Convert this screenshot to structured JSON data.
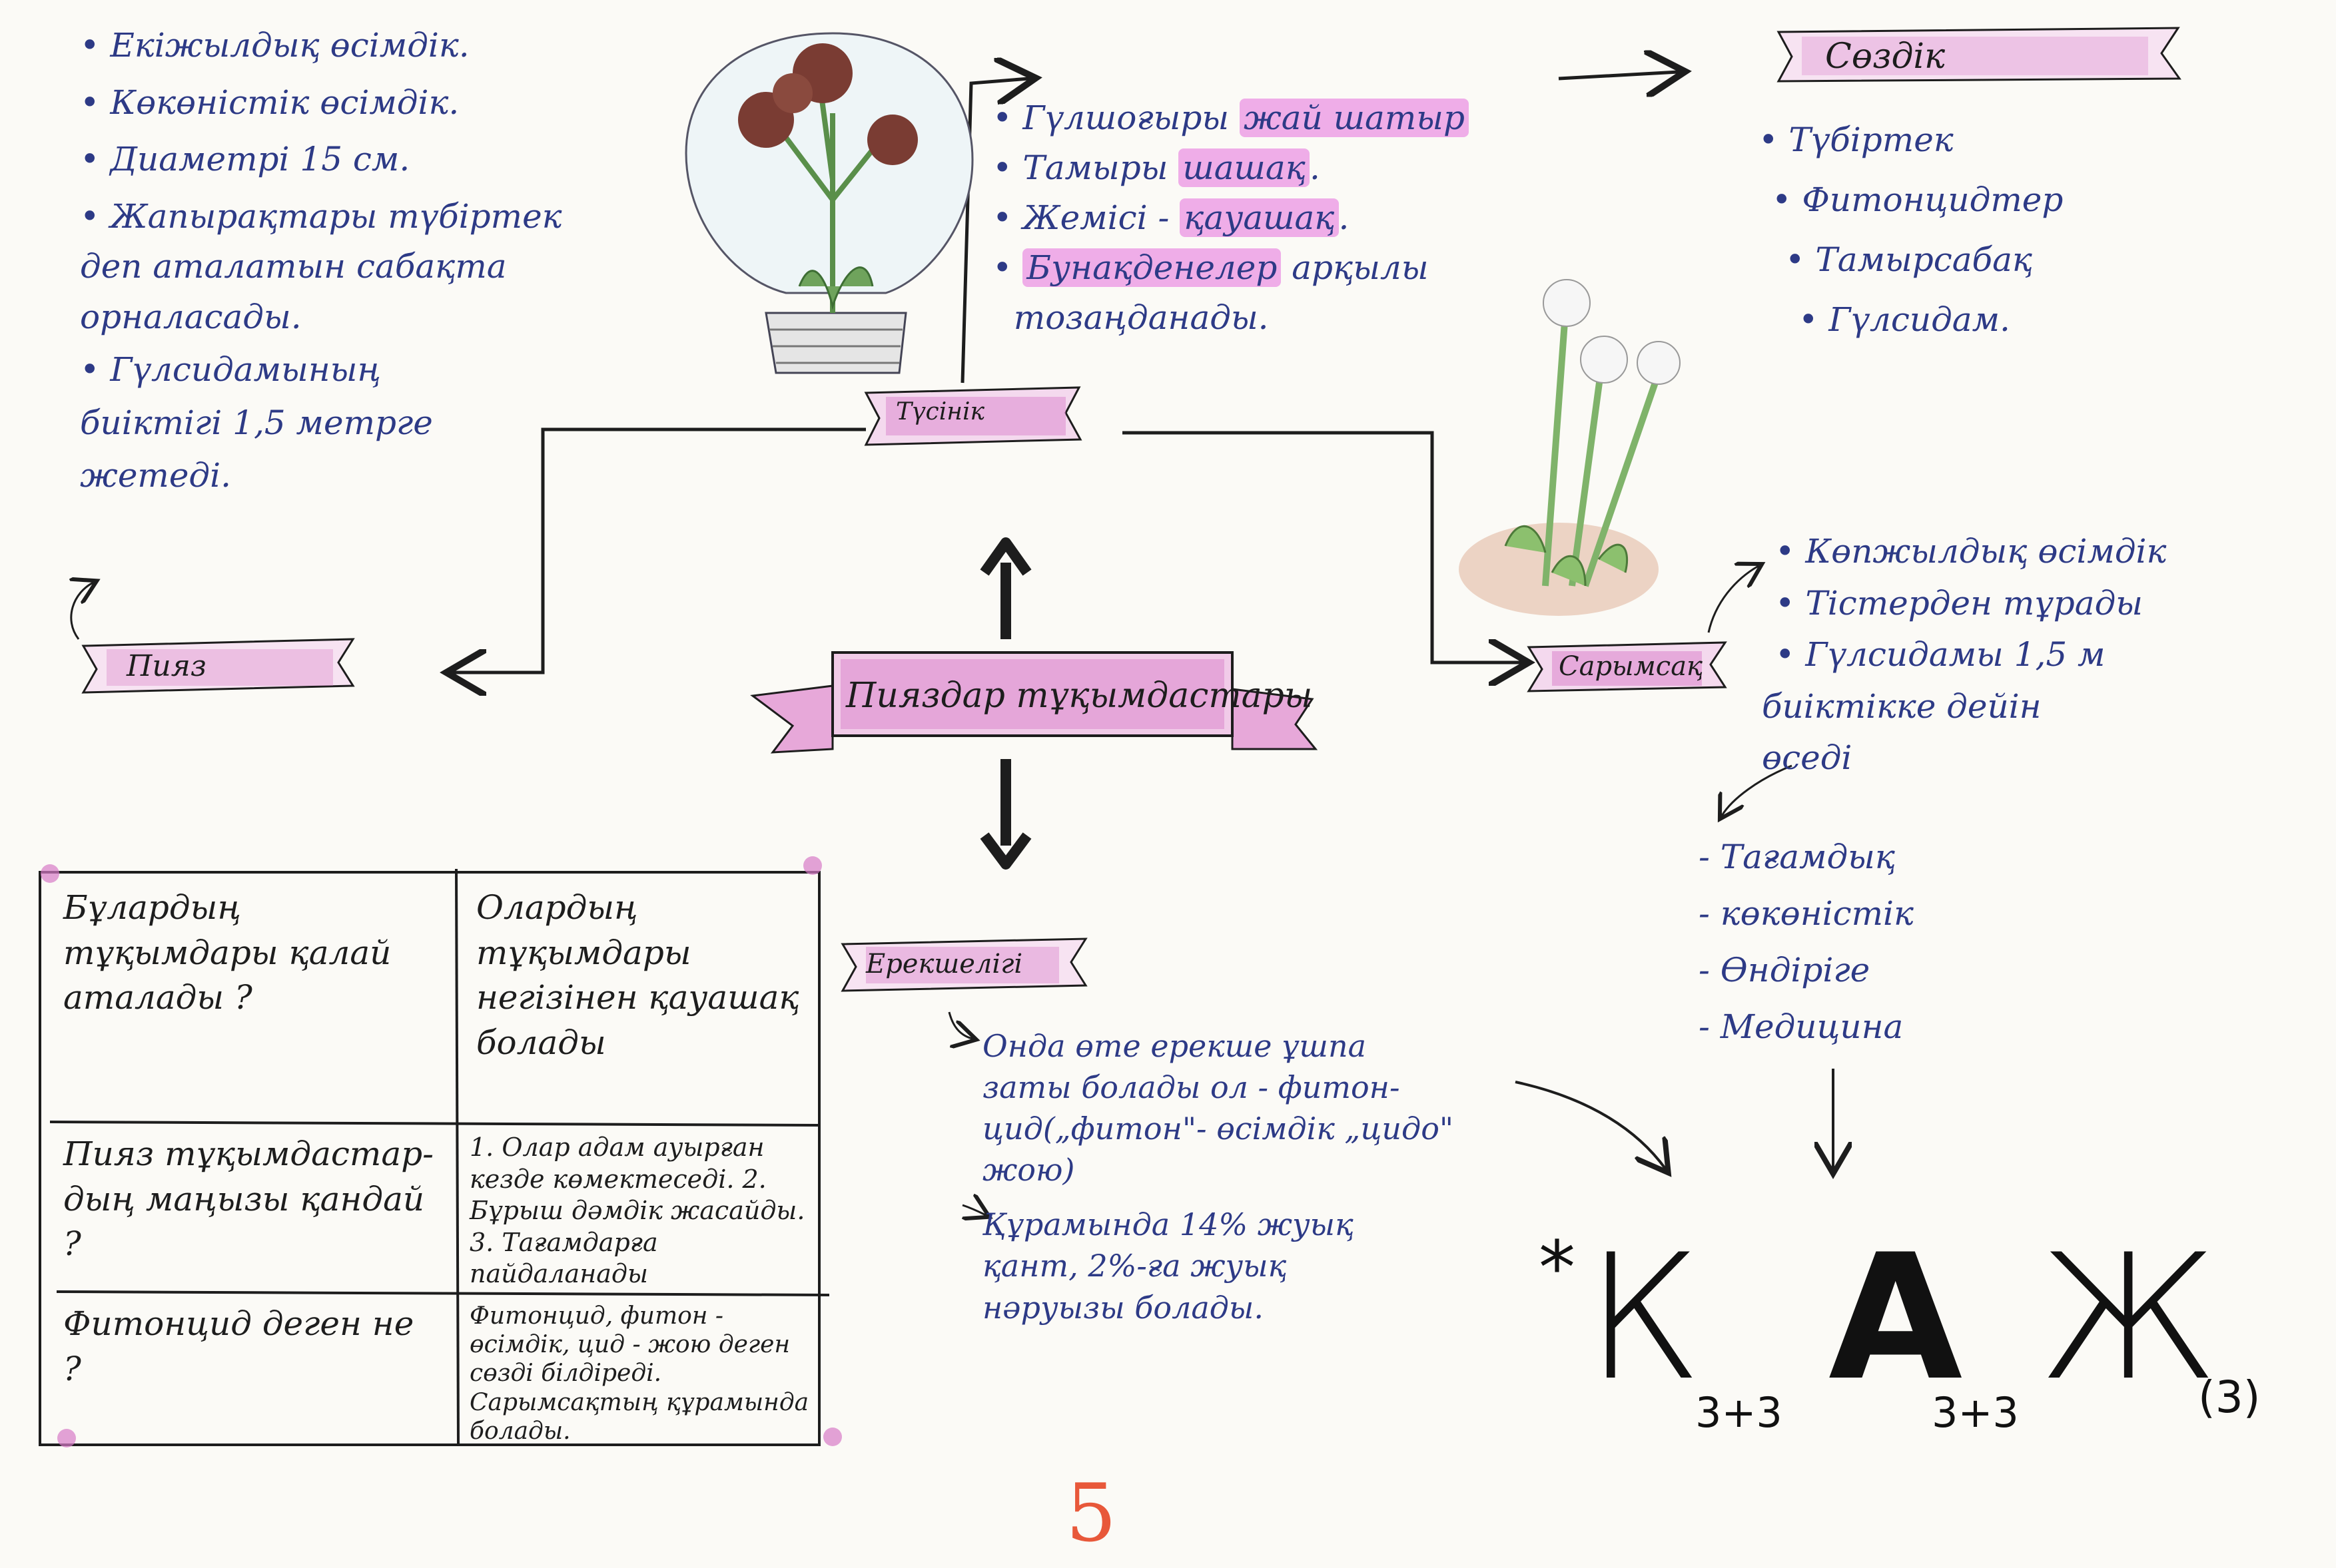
{
  "center_title": "Пияздар тұқымдастары",
  "concept": {
    "label": "Түсінік",
    "items": [
      {
        "plain": "Гүлшоғыры ",
        "highlight": "жай шатыр",
        "rest": ""
      },
      {
        "plain": "Тамыры ",
        "highlight": "шашақ",
        "rest": "."
      },
      {
        "plain": "Жемісі - ",
        "highlight": "қауашақ",
        "rest": "."
      },
      {
        "plain": "",
        "highlight": "Бунақденелер",
        "rest": " арқылы"
      },
      {
        "plain": "тозаңданады.",
        "highlight": "",
        "rest": ""
      }
    ]
  },
  "dictionary": {
    "label": "Сөздік",
    "items": [
      "Түбіртек",
      "Фитонцидтер",
      "Тамырсабақ",
      "Гүлсидам."
    ]
  },
  "onion": {
    "label": "Пияз",
    "notes": [
      "Екіжылдық өсімдік.",
      "Көкөністік өсімдік.",
      "Диаметрі 15 см.",
      "Жапырақтары түбіртек",
      "деп аталатын сабақта",
      "орналасады.",
      "Гүлсидамының",
      "биіктігі 1,5 метрге",
      "жетеді."
    ]
  },
  "garlic": {
    "label": "Сарымсақ",
    "notes": [
      "Көпжылдық өсімдік",
      "Тістерден тұрады",
      "Гүлсидамы 1,5 м",
      "биіктікке дейін",
      "өседі"
    ],
    "uses": [
      "Тағамдық",
      "көкөністік",
      "Өндіріге",
      "Медицина"
    ]
  },
  "feature": {
    "label": "Ерекшелігі",
    "lines": [
      "Онда өте ерекше ұшпа",
      "заты болады ол - фитон-",
      "цид(„фитон\"- өсімдік „цидо\"",
      "жою)",
      "Құрамында 14% жуық",
      "қант, 2%-ға жуық",
      "нәруызы болады."
    ]
  },
  "table": {
    "rows": [
      {
        "q": "Бұлардың тұқымдары қалай аталады ?",
        "a": "Олардың тұқымдары негізінен қауашақ болады"
      },
      {
        "q": "Пияз тұқымдастар-дың маңызы қандай ?",
        "a": "1. Олар адам ауырған кезде көмектеседі. 2. Бұрыш дәмдік жасайды. 3. Тағамдарға пайдаланады"
      },
      {
        "q": "Фитонцид деген не ?",
        "a": "Фитонцид, фитон - өсімдік, цид - жою деген сөзді білдіреді. Сарымсақтың құрамында болады."
      }
    ]
  },
  "formula": {
    "star": "*",
    "k": "К",
    "k_sub": "3+3",
    "a": "А",
    "a_sub": "3+3",
    "zh": "Ж",
    "zh_sub": "(3)"
  },
  "page_number": "5",
  "colors": {
    "ink_blue": "#2d3a86",
    "ink_black": "#1d1d1d",
    "banner_pink": "#d77bc7",
    "highlight_pink": "#e66edc",
    "page_number": "#e8583a"
  }
}
